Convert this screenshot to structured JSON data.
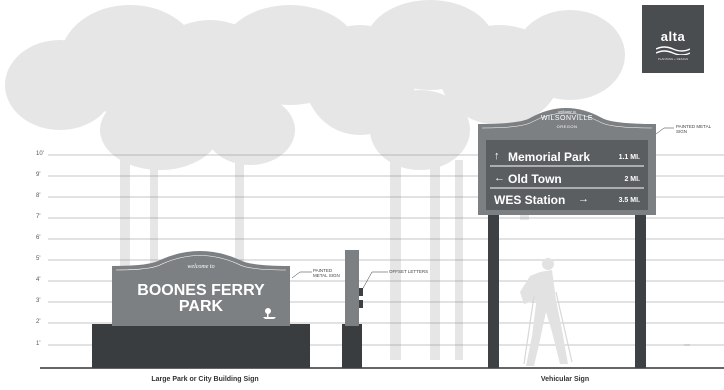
{
  "height_scale": {
    "labels": [
      "10'",
      "9'",
      "8'",
      "7'",
      "6'",
      "5'",
      "4'",
      "3'",
      "2'",
      "1'"
    ]
  },
  "logo": {
    "word": "alta",
    "tagline": "Planning + Design"
  },
  "park_sign": {
    "welcome": "welcome to",
    "line1": "BOONES FERRY",
    "line2": "PARK",
    "caption": "Large Park or City Building Sign",
    "callout_material": "PAINTED METAL SIGN",
    "callout_letters": "OFFSET LETTERS"
  },
  "vehicular_sign": {
    "welcome": "welcome to",
    "city": "WILSONVILLE",
    "state": "OREGON",
    "rows": [
      {
        "arrow": "up",
        "destination": "Memorial Park",
        "distance": "1.1 MI."
      },
      {
        "arrow": "left",
        "destination": "Old Town",
        "distance": "2 MI."
      },
      {
        "arrow": "right",
        "destination": "WES Station",
        "distance": "3.5 MI."
      }
    ],
    "caption": "Vehicular Sign",
    "callout_material": "PAINTED METAL SIGN"
  },
  "colors": {
    "sign_face": "#7d8083",
    "sign_panel": "#5b5e61",
    "post": "#3e4143",
    "base": "#3a3d40",
    "tree": "#e6e6e6",
    "grid": "#8a8a8a"
  }
}
